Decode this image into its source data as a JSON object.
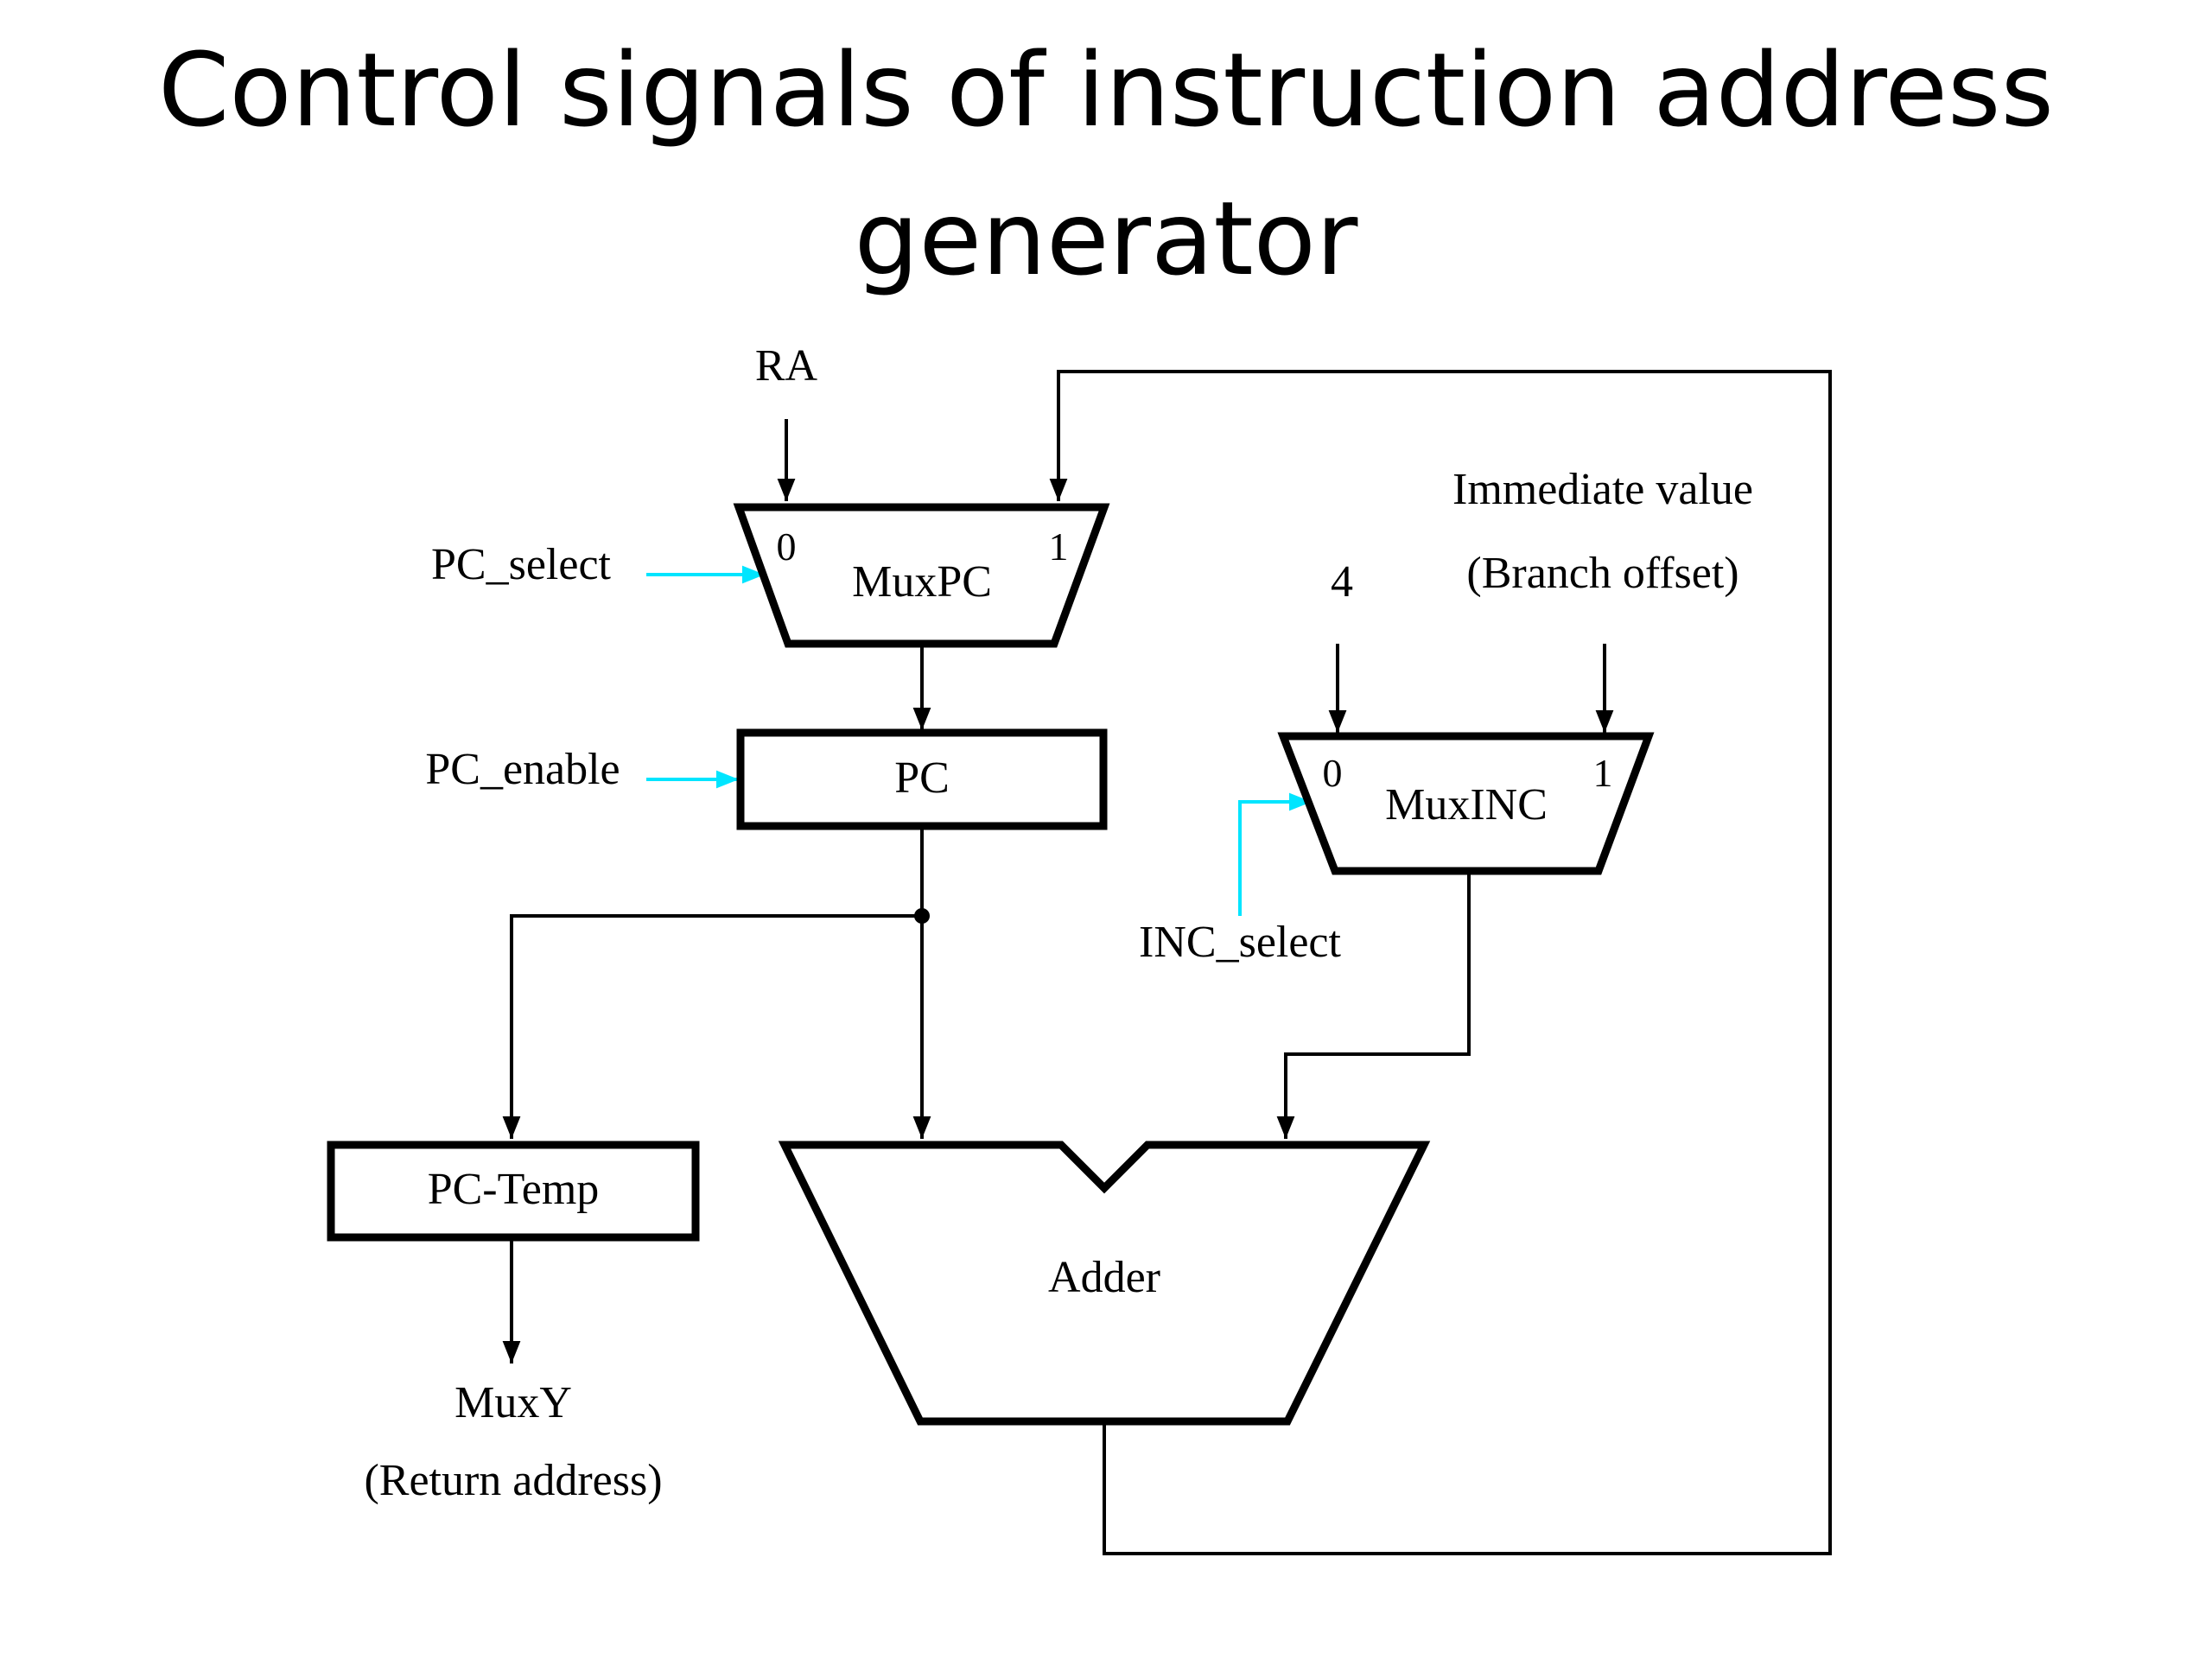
{
  "title": {
    "line1": "Control signals of instruction address",
    "line2": "generator"
  },
  "colors": {
    "control_signal": "#00e5ff",
    "wire": "#000000",
    "background": "#ffffff"
  },
  "inputs": {
    "ra": "RA",
    "four": "4",
    "immediate_line1": "Immediate value",
    "immediate_line2": "(Branch offset)"
  },
  "components": {
    "mux_pc": {
      "name": "MuxPC",
      "in0": "0",
      "in1": "1"
    },
    "pc": {
      "name": "PC"
    },
    "mux_inc": {
      "name": "MuxINC",
      "in0": "0",
      "in1": "1"
    },
    "pc_temp": {
      "name": "PC-Temp"
    },
    "adder": {
      "name": "Adder"
    }
  },
  "control_signals": {
    "pc_select": "PC_select",
    "pc_enable": "PC_enable",
    "inc_select": "INC_select"
  },
  "outputs": {
    "muxy_line1": "MuxY",
    "muxy_line2": "(Return address)"
  }
}
